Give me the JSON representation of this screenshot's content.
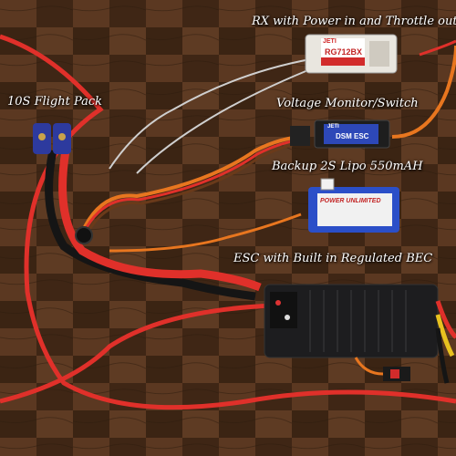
{
  "labels": {
    "receiver": "RX with Power in  and Throttle out",
    "flight_pack": "10S Flight Pack",
    "voltage_monitor": "Voltage Monitor/Switch",
    "backup_lipo": "Backup 2S Lipo 550mAH",
    "esc": "ESC with Built in Regulated BEC"
  },
  "device_print": {
    "receiver_brand": "JETI",
    "receiver_model": "RG712BX",
    "switch_brand": "JETI",
    "switch_model": "DSM ESC",
    "battery_brand": "POWER UNLIMITED"
  },
  "colors": {
    "wood_dark": "#3a2314",
    "wood_mid": "#6b4328",
    "red_wire": "#e0302a",
    "black_wire": "#151515",
    "orange_wire": "#e8761f",
    "battery_blue": "#2b4fc8",
    "connector_blue": "#2d3a9e",
    "esc_body": "#1d1d1f"
  },
  "icons": {
    "ferrite": "ferrite-ring-icon",
    "connector": "servo-connector-icon"
  }
}
